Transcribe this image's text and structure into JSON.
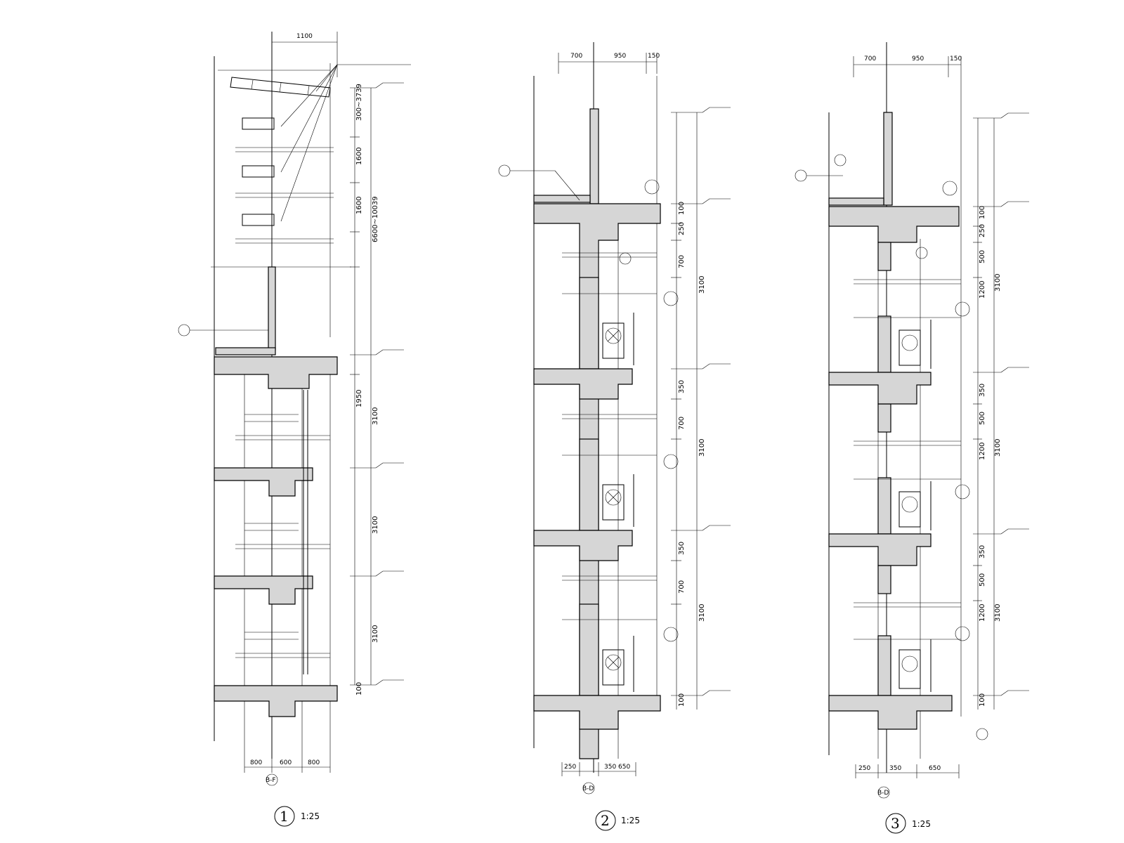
{
  "details": [
    {
      "id": "detail-1",
      "number": "1",
      "scale": "1:25",
      "dims_top": [
        "1100"
      ],
      "dims_vertical": [
        "300~3739",
        "1600",
        "1600",
        "6600~10039",
        "1950",
        "3100",
        "3100",
        "3100",
        "100"
      ],
      "dims_bottom": [
        "800",
        "600",
        "800"
      ],
      "grid_label": "B-F"
    },
    {
      "id": "detail-2",
      "number": "2",
      "scale": "1:25",
      "dims_top": [
        "700",
        "950",
        "150"
      ],
      "dims_vertical": [
        "100",
        "250",
        "700",
        "3100",
        "350",
        "700",
        "3100",
        "350",
        "700",
        "3100",
        "100"
      ],
      "dims_bottom": [
        "250",
        "350",
        "650"
      ],
      "grid_label": "B-D"
    },
    {
      "id": "detail-3",
      "number": "3",
      "scale": "1:25",
      "dims_top": [
        "700",
        "950",
        "150"
      ],
      "dims_vertical": [
        "100",
        "250",
        "500",
        "1200",
        "3100",
        "350",
        "500",
        "1200",
        "3100",
        "350",
        "500",
        "1200",
        "3100",
        "100"
      ],
      "dims_bottom": [
        "250",
        "350",
        "650"
      ],
      "grid_label": "B-D"
    }
  ],
  "colors": {
    "line": "#000000",
    "concrete": "#d6d6d6",
    "background": "#ffffff"
  }
}
